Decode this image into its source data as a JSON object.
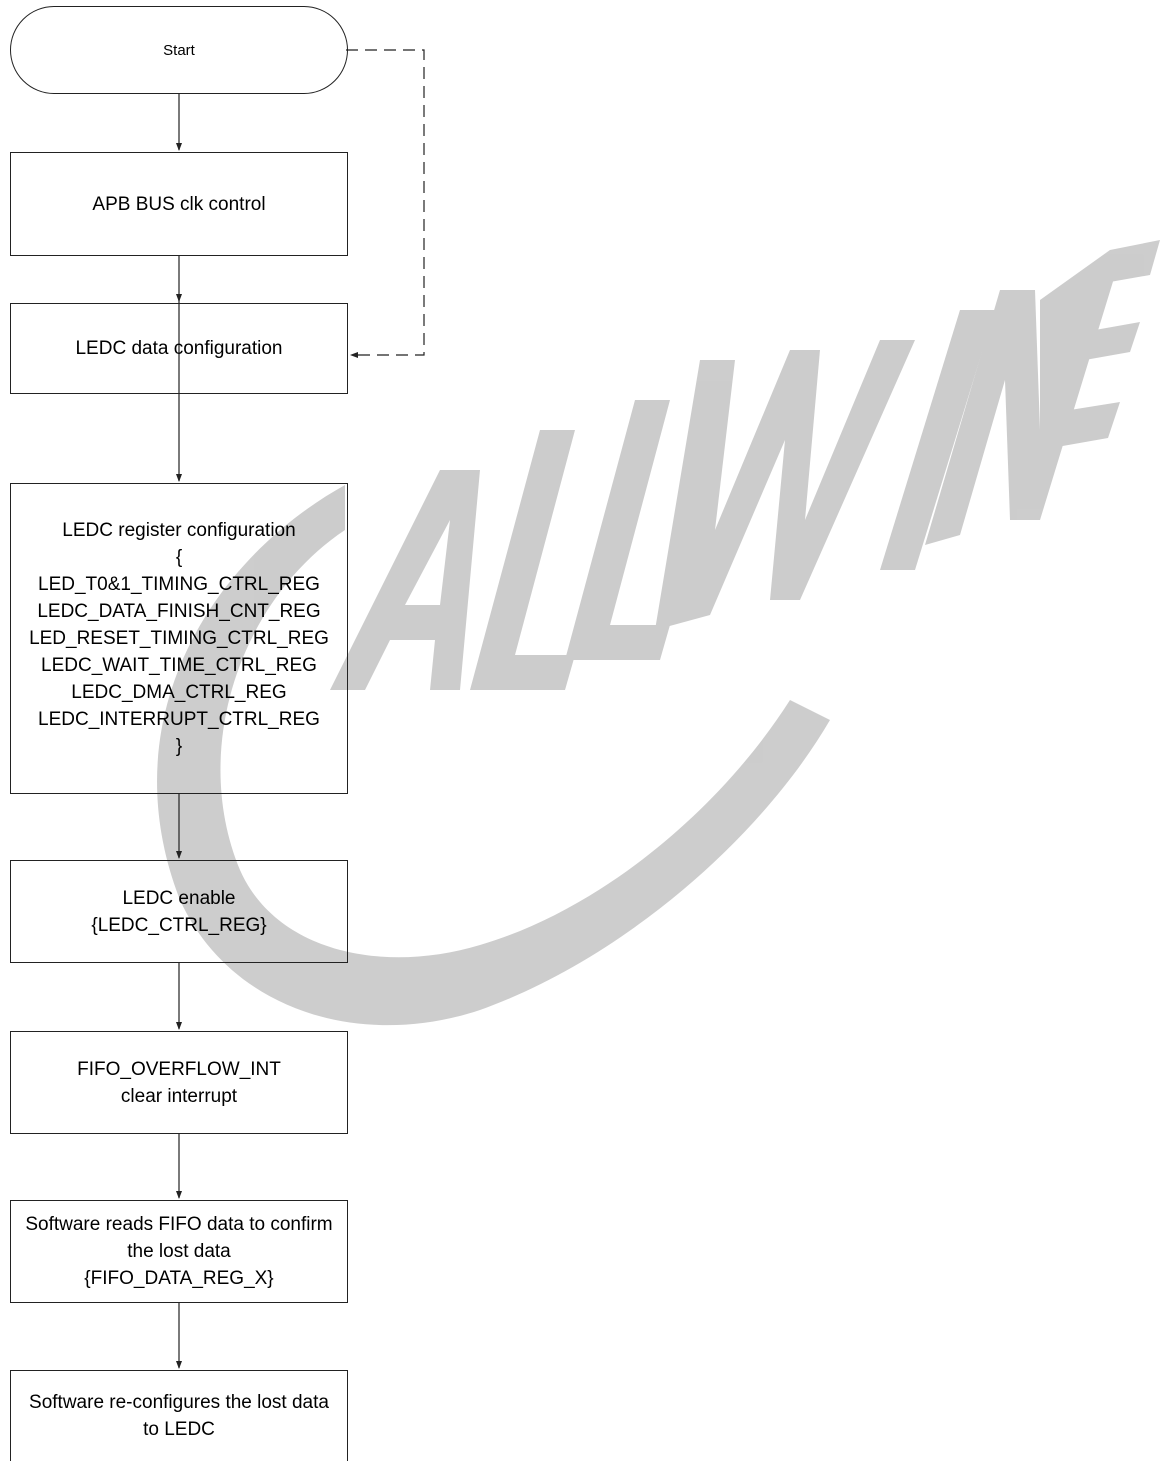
{
  "watermark": {
    "text": "ALLWINNER",
    "color": "#bdbdbd",
    "kind": "logo"
  },
  "colors": {
    "stroke": "#222222",
    "text": "#000000",
    "background": "#ffffff"
  },
  "flow": {
    "start": {
      "label": "Start"
    },
    "steps": [
      {
        "id": "apb",
        "lines": [
          "APB BUS clk control"
        ]
      },
      {
        "id": "data-config",
        "lines": [
          "LEDC data configuration"
        ]
      },
      {
        "id": "reg-config",
        "lines": [
          "LEDC register configuration",
          "{",
          "LED_T0&1_TIMING_CTRL_REG",
          "LEDC_DATA_FINISH_CNT_REG",
          "LED_RESET_TIMING_CTRL_REG",
          "LEDC_WAIT_TIME_CTRL_REG",
          "LEDC_DMA_CTRL_REG",
          "LEDC_INTERRUPT_CTRL_REG",
          "}"
        ]
      },
      {
        "id": "enable",
        "lines": [
          "LEDC enable",
          "{LEDC_CTRL_REG}"
        ]
      },
      {
        "id": "fifo-int",
        "lines": [
          "FIFO_OVERFLOW_INT",
          "clear interrupt"
        ]
      },
      {
        "id": "sw-read",
        "lines": [
          "Software reads FIFO data to confirm",
          "the lost data",
          "{FIFO_DATA_REG_X}"
        ]
      },
      {
        "id": "sw-reconfig",
        "lines": [
          "Software re-configures the lost data",
          "to LEDC"
        ]
      }
    ]
  }
}
